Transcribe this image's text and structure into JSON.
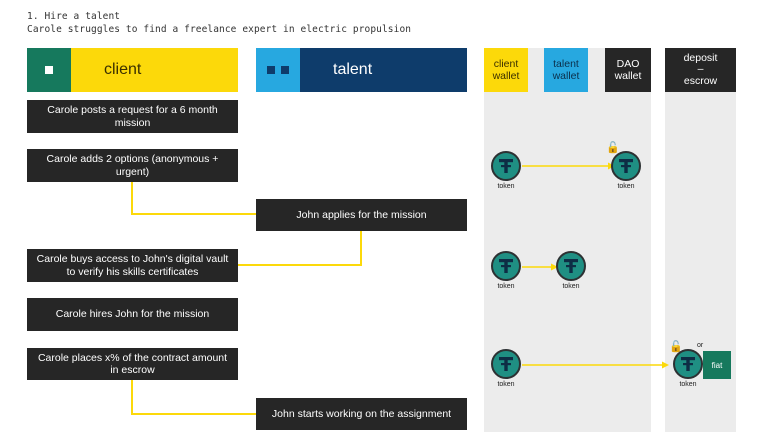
{
  "title": "1. Hire a talent",
  "subtitle": "Carole struggles to find a freelance expert in electric propulsion",
  "lanes": {
    "client": "client",
    "talent": "talent"
  },
  "columns": {
    "client_wallet": "client\nwallet",
    "talent_wallet": "talent\nwallet",
    "dao_wallet": "DAO\nwallet",
    "deposit_escrow": "deposit\n–\nescrow"
  },
  "steps": [
    "Carole posts a request for a 6 month mission",
    "Carole adds 2 options (anonymous + urgent)",
    "John applies for the mission",
    "Carole buys access to John's digital vault to verify his skills certificates",
    "Carole hires John for the mission",
    "Carole places x% of the contract amount in escrow",
    "John starts working on the assignment"
  ],
  "token_label": "token",
  "or_label": "or",
  "fiat_label": "fiat",
  "colors": {
    "yellow": "#fcd90a",
    "navy": "#0e3c6b",
    "blue": "#27a8e0",
    "dark": "#262626",
    "green": "#16795d",
    "token_teal": "#1f8f83",
    "lane_bg": "#ececec"
  },
  "icons": {
    "token": "token-t-icon",
    "lock": "padlock-icon",
    "arrow": "arrowhead-icon"
  }
}
